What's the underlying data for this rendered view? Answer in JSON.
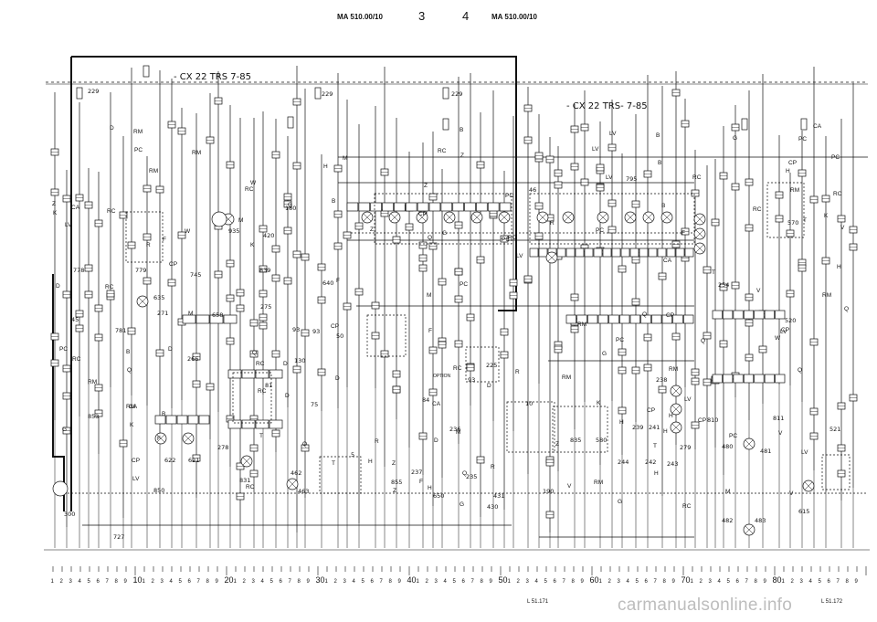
{
  "header": {
    "doc_ref_left": "MA 510.00/10",
    "page_left": "3",
    "page_right": "4",
    "doc_ref_right": "MA 510.00/10"
  },
  "annotations": {
    "vehicle_tag_left": "- CX 22 TRS  7-85",
    "vehicle_tag_right": "- CX 22 TRS-   7-85",
    "optional_label": "OPTION"
  },
  "component_numbers": [
    "229",
    "229",
    "229",
    "935",
    "420",
    "180",
    "745",
    "839",
    "640",
    "635",
    "271",
    "658",
    "275",
    "93",
    "266",
    "778",
    "779",
    "781",
    "130",
    "81",
    "75",
    "50",
    "225",
    "93",
    "236",
    "235",
    "430",
    "431",
    "650",
    "855",
    "237",
    "84",
    "46",
    "795",
    "570",
    "254",
    "520",
    "238",
    "239",
    "241",
    "242",
    "243",
    "244",
    "279",
    "835",
    "580",
    "810",
    "811",
    "480",
    "481",
    "482",
    "483",
    "615",
    "521",
    "853",
    "850",
    "622",
    "621",
    "278",
    "831",
    "462",
    "463",
    "300",
    "727",
    "190",
    "45",
    "10",
    "5",
    "93"
  ],
  "wire_colors": [
    "G",
    "V",
    "RC",
    "RM",
    "CP",
    "CA",
    "B",
    "M",
    "R",
    "W",
    "D",
    "Z",
    "F",
    "H",
    "T",
    "PC",
    "LV",
    "K",
    "Q"
  ],
  "grid_scale": {
    "major": [
      "10",
      "20",
      "30",
      "40",
      "50",
      "60",
      "70",
      "80"
    ],
    "minor": [
      "1",
      "2",
      "3",
      "4",
      "5",
      "6",
      "7",
      "8",
      "9"
    ]
  },
  "footer": {
    "drawing_ref_left": "L 51.171",
    "drawing_ref_right": "L 51.172"
  },
  "watermark": "carmanualsonline.info",
  "colors": {
    "ink": "#111111",
    "paper": "#ffffff",
    "watermark": "#bdbdbd"
  }
}
